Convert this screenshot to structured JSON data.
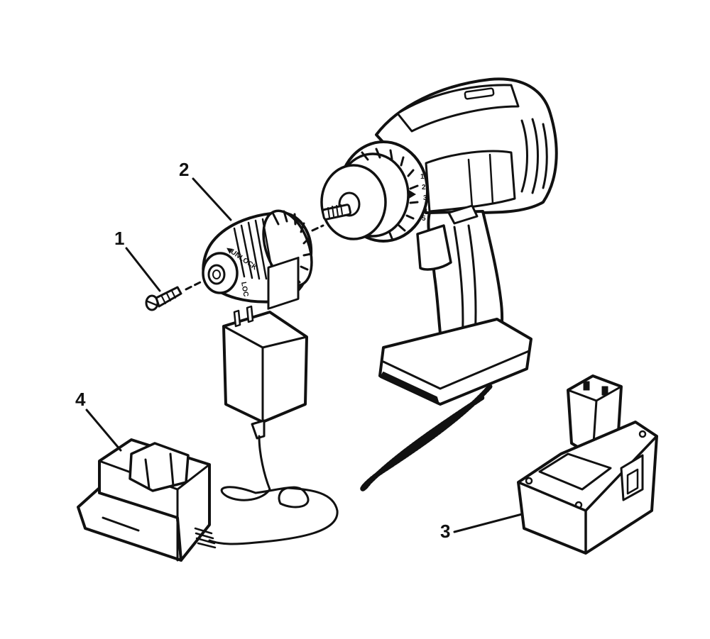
{
  "callouts": [
    {
      "id": "1"
    },
    {
      "id": "2"
    },
    {
      "id": "3"
    },
    {
      "id": "4"
    }
  ],
  "chuck_text": {
    "unlock": "◀UNLOCK",
    "lock": "LOC"
  },
  "clutch_settings": [
    "1",
    "2",
    "3",
    "4",
    "5"
  ],
  "colors": {
    "ink": "#111111",
    "paper": "#ffffff"
  }
}
